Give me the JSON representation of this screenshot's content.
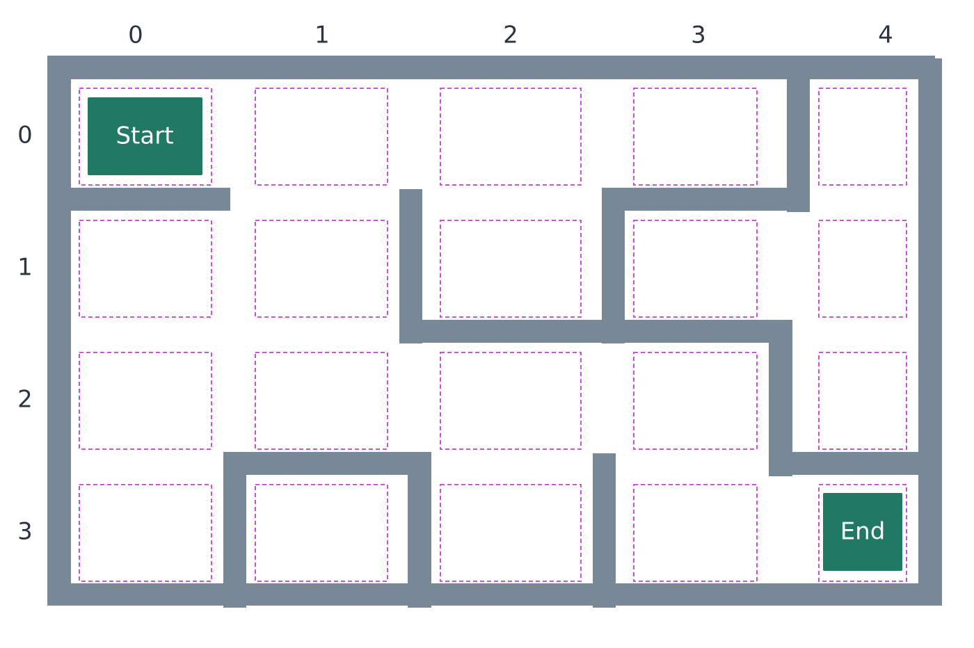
{
  "grid": {
    "columns": [
      "0",
      "1",
      "2",
      "3",
      "4"
    ],
    "rows": [
      "0",
      "1",
      "2",
      "3"
    ]
  },
  "markers": [
    {
      "id": "start",
      "label": "Start",
      "row": 0,
      "col": 0,
      "color": "#207865"
    },
    {
      "id": "end",
      "label": "End",
      "row": 3,
      "col": 4,
      "color": "#207865"
    }
  ],
  "colors": {
    "wall": "#788897",
    "cell_outline": "#c93ad6",
    "marker": "#207865",
    "label": "#2b3440"
  }
}
